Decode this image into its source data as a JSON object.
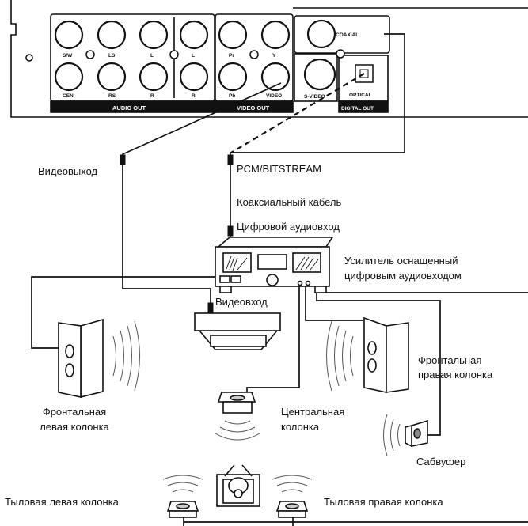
{
  "panel": {
    "audio_out": "AUDIO OUT",
    "video_out": "VIDEO OUT",
    "digital_out": "DIGITAL OUT",
    "coaxial": "COAXIAL",
    "optical": "OPTICAL",
    "s_video": "S-VIDEO",
    "video": "VIDEO",
    "jacks": {
      "sw": "S/W",
      "ls": "LS",
      "l1": "L",
      "l2": "L",
      "cen": "CEN",
      "rs": "RS",
      "r1": "R",
      "r2": "R",
      "pr": "Pr",
      "y": "Y",
      "pb": "Pb"
    }
  },
  "labels": {
    "video_output": "Видеовыход",
    "pcm_bitstream": "PCM/BITSTREAM",
    "coaxial_cable": "Коаксиальный кабель",
    "digital_audio_input": "Цифровой аудиовход",
    "amplifier_line1": "Усилитель оснащенный",
    "amplifier_line2": "цифровым аудиовходом",
    "video_input": "Видеовход",
    "front_left_line1": "Фронтальная",
    "front_left_line2": "левая колонка",
    "center_line1": "Центральная",
    "center_line2": "колонка",
    "front_right_line1": "Фронтальная",
    "front_right_line2": "правая колонка",
    "subwoofer": "Сабвуфер",
    "rear_left": "Тыловая левая колонка",
    "rear_right": "Тыловая правая колонка"
  }
}
